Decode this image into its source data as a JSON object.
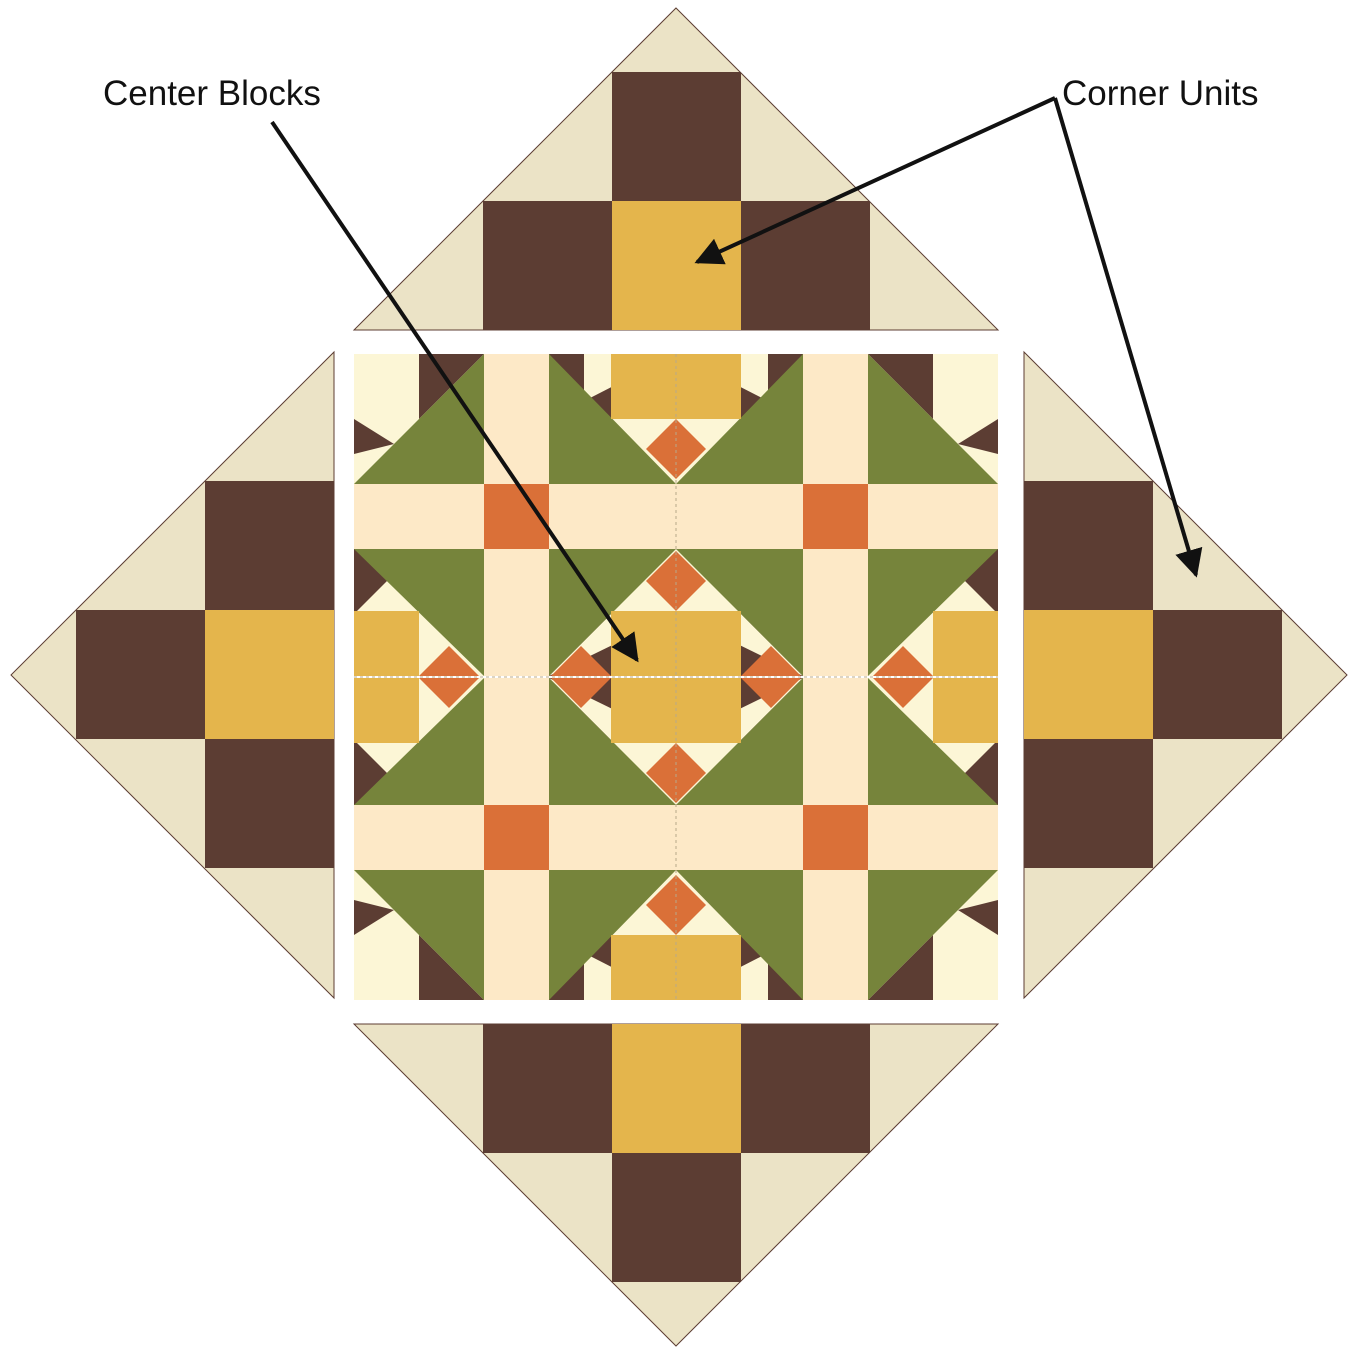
{
  "labels": {
    "center_blocks": "Center Blocks",
    "corner_units": "Corner Units"
  },
  "colors": {
    "background": "#ffffff",
    "corner_light": "#ebe3c6",
    "brown": "#5c3d33",
    "gold": "#e4b54c",
    "green": "#76843b",
    "cream": "#fde9c7",
    "pale": "#fcf6d6",
    "orange": "#da7038",
    "arrow": "#111111"
  },
  "diagram": {
    "corner_units_count": 4,
    "center_blocks_grid": "2x2",
    "arrows": [
      {
        "from": "center_blocks",
        "to": "center-block"
      },
      {
        "from": "corner_units",
        "to": "top-corner-unit"
      },
      {
        "from": "corner_units",
        "to": "right-corner-unit"
      }
    ]
  }
}
